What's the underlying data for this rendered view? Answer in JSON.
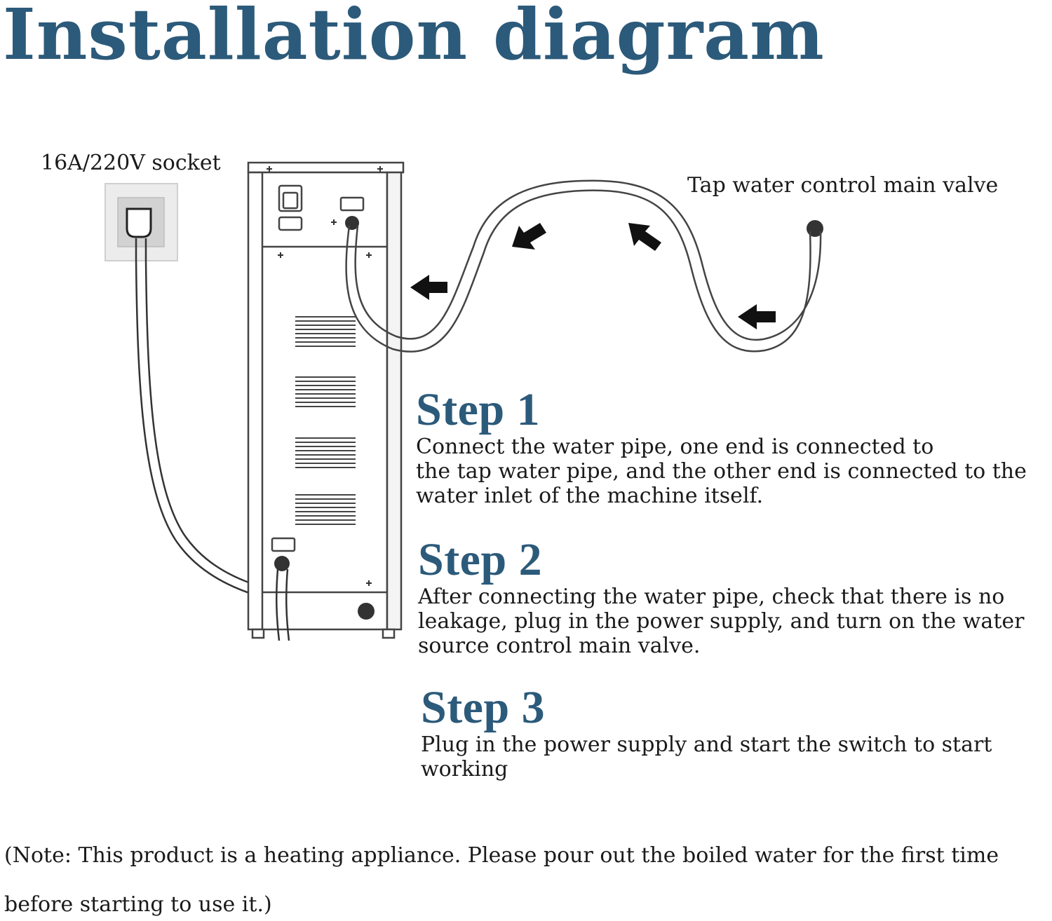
{
  "title": "Installation diagram",
  "labels": {
    "socket": "16A/220V socket",
    "valve": "Tap water control main valve"
  },
  "steps": [
    {
      "title": "Step 1",
      "lines": [
        "Connect the water pipe, one end is connected to",
        "the tap water pipe, and the other end is connected to the",
        "water inlet of the machine itself."
      ]
    },
    {
      "title": "Step 2",
      "lines": [
        "After connecting the water pipe, check that there is no",
        "leakage, plug in the power supply, and turn on the water",
        "source control main valve."
      ]
    },
    {
      "title": "Step 3",
      "lines": [
        "Plug in the power supply and start the switch to start",
        "working"
      ]
    }
  ],
  "note": {
    "line1": "(Note: This product is a heating appliance. Please pour out the boiled water for the first time",
    "line2": "before starting to use it.)"
  },
  "colors": {
    "accent": "#2c5a7a",
    "line": "#333333"
  },
  "icons": [
    "socket-icon",
    "flow-arrow-icon"
  ]
}
